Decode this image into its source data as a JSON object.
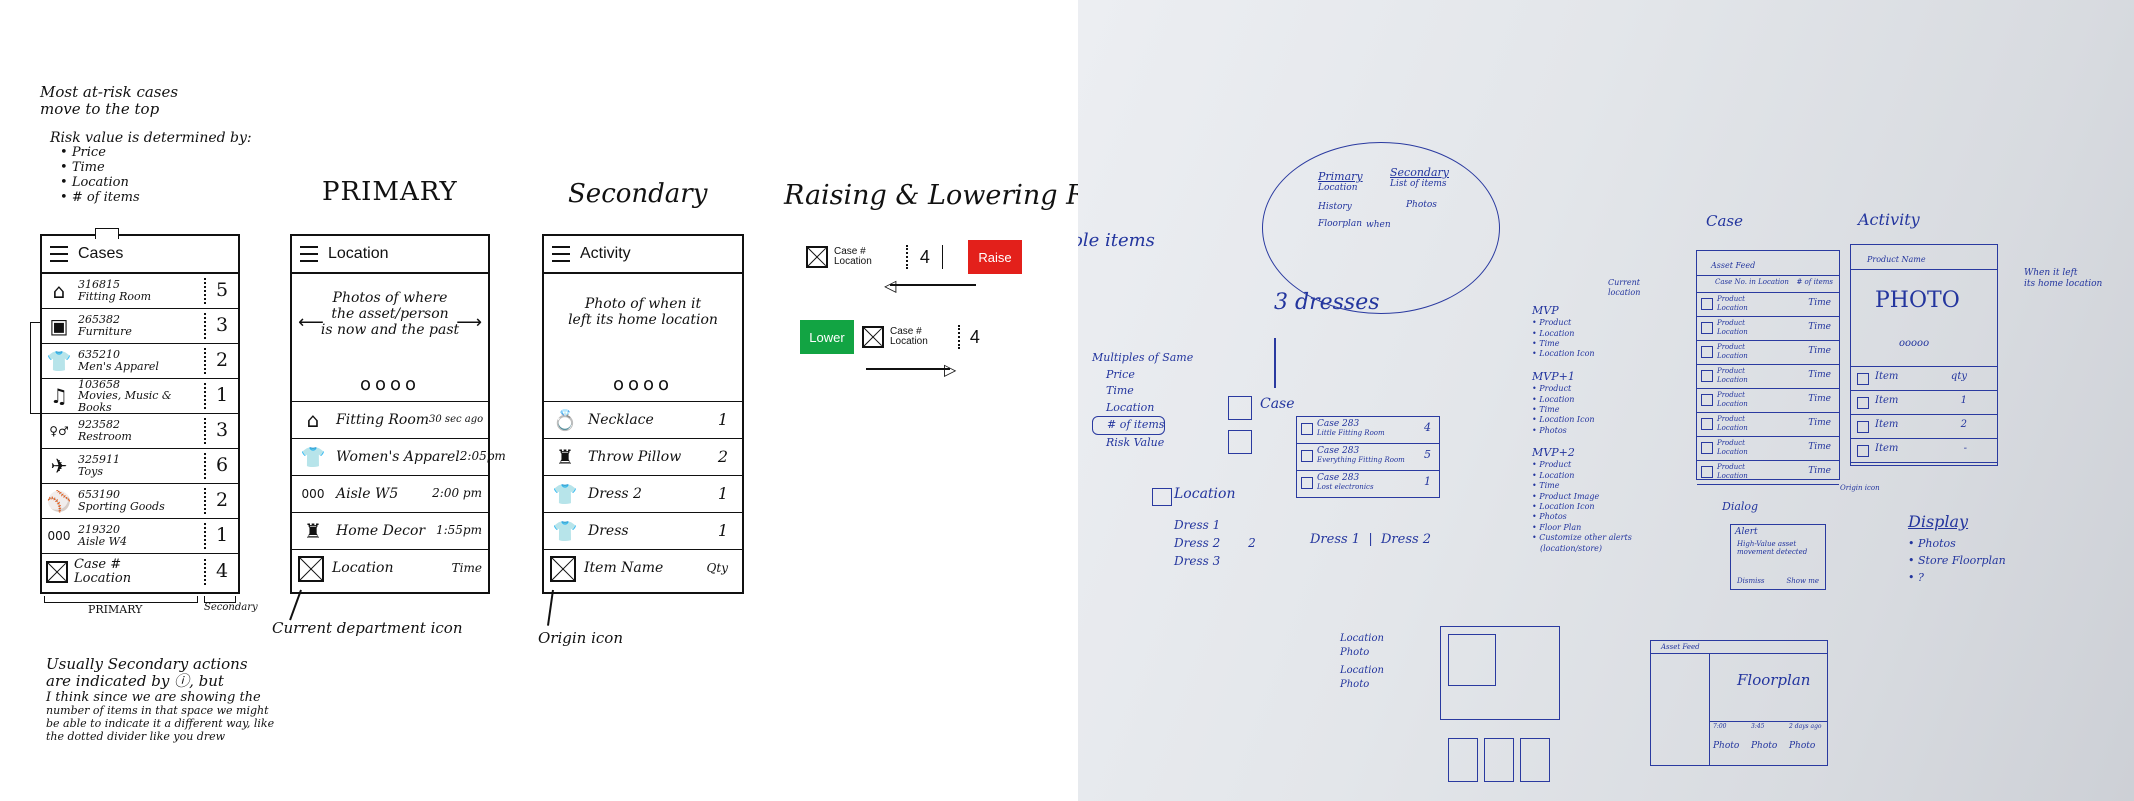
{
  "notes": {
    "top": [
      "Most at-risk cases",
      "move to the top"
    ],
    "risk_title": "Risk value is determined by:",
    "risk_items": [
      "Price",
      "Time",
      "Location",
      "# of items"
    ],
    "bottom": [
      "Usually Secondary actions",
      "are indicated by ⓘ, but",
      "I think since we are showing the",
      "number of items in that space we might",
      "be able to indicate it a different way, like",
      "the dotted divider like you drew"
    ]
  },
  "headings": {
    "primary": "PRIMARY",
    "secondary": "Secondary",
    "raising": "Raising & Lowering Risk"
  },
  "cases": {
    "header": "Cases",
    "rows": [
      {
        "icon": "hanger-icon",
        "glyph": "⌂",
        "id": "316815",
        "name": "Fitting Room",
        "count": "5"
      },
      {
        "icon": "furniture-icon",
        "glyph": "▣",
        "id": "265382",
        "name": "Furniture",
        "count": "3"
      },
      {
        "icon": "shirt-icon",
        "glyph": "👕",
        "id": "635210",
        "name": "Men's Apparel",
        "count": "2"
      },
      {
        "icon": "music-icon",
        "glyph": "♫",
        "id": "103658",
        "name": "Movies, Music & Books",
        "count": "1"
      },
      {
        "icon": "restroom-icon",
        "glyph": "♀♂",
        "id": "923582",
        "name": "Restroom",
        "count": "3"
      },
      {
        "icon": "toys-icon",
        "glyph": "✈",
        "id": "325911",
        "name": "Toys",
        "count": "6"
      },
      {
        "icon": "sporting-icon",
        "glyph": "⚾",
        "id": "653190",
        "name": "Sporting Goods",
        "count": "2"
      },
      {
        "icon": "aisle-icon",
        "glyph": "000",
        "id": "219320",
        "name": "Aisle W4",
        "count": "1"
      },
      {
        "icon": "case-placeholder-icon",
        "glyph": "",
        "id": "Case #",
        "name": "Location",
        "count": "4"
      }
    ],
    "label_primary": "PRIMARY",
    "label_secondary": "Secondary"
  },
  "location": {
    "header": "Location",
    "photo_text": [
      "Photos of where",
      "the asset/person",
      "is now and the past"
    ],
    "dots": "oooo",
    "rows": [
      {
        "icon": "hanger-icon",
        "glyph": "⌂",
        "name": "Fitting Room",
        "time": "30 sec ago"
      },
      {
        "icon": "shirt-icon",
        "glyph": "👕",
        "name": "Women's Apparel",
        "time": "2:05pm"
      },
      {
        "icon": "aisle-icon",
        "glyph": "000",
        "name": "Aisle W5",
        "time": "2:00 pm"
      },
      {
        "icon": "lamp-icon",
        "glyph": "♜",
        "name": "Home Decor",
        "time": "1:55pm"
      },
      {
        "icon": "location-placeholder-icon",
        "glyph": "",
        "name": "Location",
        "time": "Time"
      }
    ],
    "callout": "Current department icon"
  },
  "activity": {
    "header": "Activity",
    "photo_text": [
      "Photo of when it",
      "left its home location"
    ],
    "dots": "oooo",
    "rows": [
      {
        "icon": "ring-icon",
        "glyph": "💍",
        "name": "Necklace",
        "qty": "1"
      },
      {
        "icon": "lamp-icon",
        "glyph": "♜",
        "name": "Throw Pillow",
        "qty": "2"
      },
      {
        "icon": "shirt-icon",
        "glyph": "👕",
        "name": "Dress 2",
        "qty": "1"
      },
      {
        "icon": "shirt-icon",
        "glyph": "👕",
        "name": "Dress",
        "qty": "1"
      },
      {
        "icon": "item-placeholder-icon",
        "glyph": "",
        "name": "Item Name",
        "qty": "Qty"
      }
    ],
    "callout": "Origin icon"
  },
  "risk": {
    "case_label": "Case #",
    "location_label": "Location",
    "count": "4",
    "raise_label": "Raise",
    "lower_label": "Lower",
    "colors": {
      "raise": "#e3201b",
      "lower": "#12a443"
    }
  },
  "whiteboard": {
    "bubble": {
      "primary": "Primary",
      "primary_sub": [
        "Location",
        "History",
        "Floorplan"
      ],
      "secondary": "Secondary",
      "secondary_sub": [
        "List of items",
        "Photos"
      ],
      "when": "when"
    },
    "left_edge": "ole items",
    "left_list": [
      "Multiples of Same",
      "Price",
      "Time",
      "Location",
      "# of items",
      "Risk Value"
    ],
    "three_dresses": "3 dresses",
    "case_label": "Case",
    "case_rows": [
      {
        "title": "Case 283",
        "sub": "Little Fitting Room",
        "n": "4"
      },
      {
        "title": "Case 283",
        "sub": "Everything Fitting Room",
        "n": "5"
      },
      {
        "title": "Case 283",
        "sub": "Lost electronics",
        "n": "1"
      }
    ],
    "location_label": "Location",
    "dress_list": [
      "Dress 1",
      "Dress 2",
      "Dress 3"
    ],
    "dress_row": [
      "Dress 1",
      "Dress 2"
    ],
    "dress2_num": "2",
    "mvp": [
      {
        "title": "MVP",
        "items": [
          "Product",
          "Location",
          "Time",
          "Location Icon"
        ]
      },
      {
        "title": "MVP+1",
        "items": [
          "Product",
          "Location",
          "Time",
          "Location Icon",
          "Photos"
        ]
      },
      {
        "title": "MVP+2",
        "items": [
          "Product",
          "Location",
          "Time",
          "Product Image",
          "Location Icon",
          "Photos",
          "Floor Plan",
          "Customize other alerts",
          "(location/store)"
        ]
      }
    ],
    "case_card": {
      "title": "Case",
      "header": "Asset Feed",
      "current_location": "Current location",
      "col_a": "Case No. in Location",
      "col_b": "# of items",
      "row_product": "Product",
      "row_location": "Location",
      "row_time": "Time",
      "rows": 8,
      "footer": "Origin icon"
    },
    "activity_card": {
      "title": "Activity",
      "header": "Product Name",
      "photo": "PHOTO",
      "dots": "ooooo",
      "note": [
        "When it left",
        "its home location"
      ],
      "items": [
        {
          "name": "Item",
          "qty": "qty"
        },
        {
          "name": "Item",
          "qty": "1"
        },
        {
          "name": "Item",
          "qty": "2"
        },
        {
          "name": "Item",
          "qty": "-"
        }
      ]
    },
    "dialog": {
      "title": "Dialog",
      "header": "Alert",
      "body": [
        "High-Value asset",
        "movement detected"
      ],
      "left": "Dismiss",
      "right": "Show me"
    },
    "display": {
      "title": "Display",
      "items": [
        "Photos",
        "Store Floorplan",
        "?"
      ]
    },
    "loc_photo": [
      "Location",
      "Photo",
      "Location",
      "Photo"
    ],
    "floorplan": {
      "header": "Asset Feed",
      "title": "Floorplan",
      "times": [
        "7:00",
        "3:45",
        "2 days ago"
      ],
      "photo": "Photo"
    }
  }
}
